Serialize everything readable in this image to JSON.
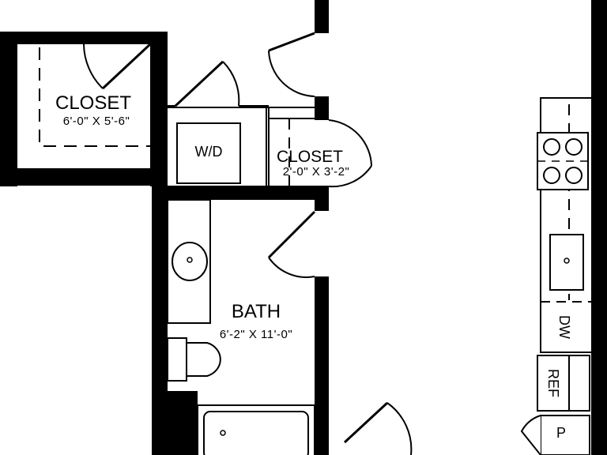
{
  "rooms": {
    "closet_large": {
      "name": "CLOSET",
      "dims": "6'-0\" X 5'-6\""
    },
    "laundry": {
      "name": "W/D"
    },
    "closet_small": {
      "name": "CLOSET",
      "dims": "2'-0\" X 3'-2\""
    },
    "bath": {
      "name": "BATH",
      "dims": "6'-2\" X 11'-0\""
    }
  },
  "appliances": {
    "dishwasher": "DW",
    "refrigerator": "REF",
    "pantry": "P"
  },
  "colors": {
    "wall": "#000000",
    "background": "#ffffff"
  }
}
